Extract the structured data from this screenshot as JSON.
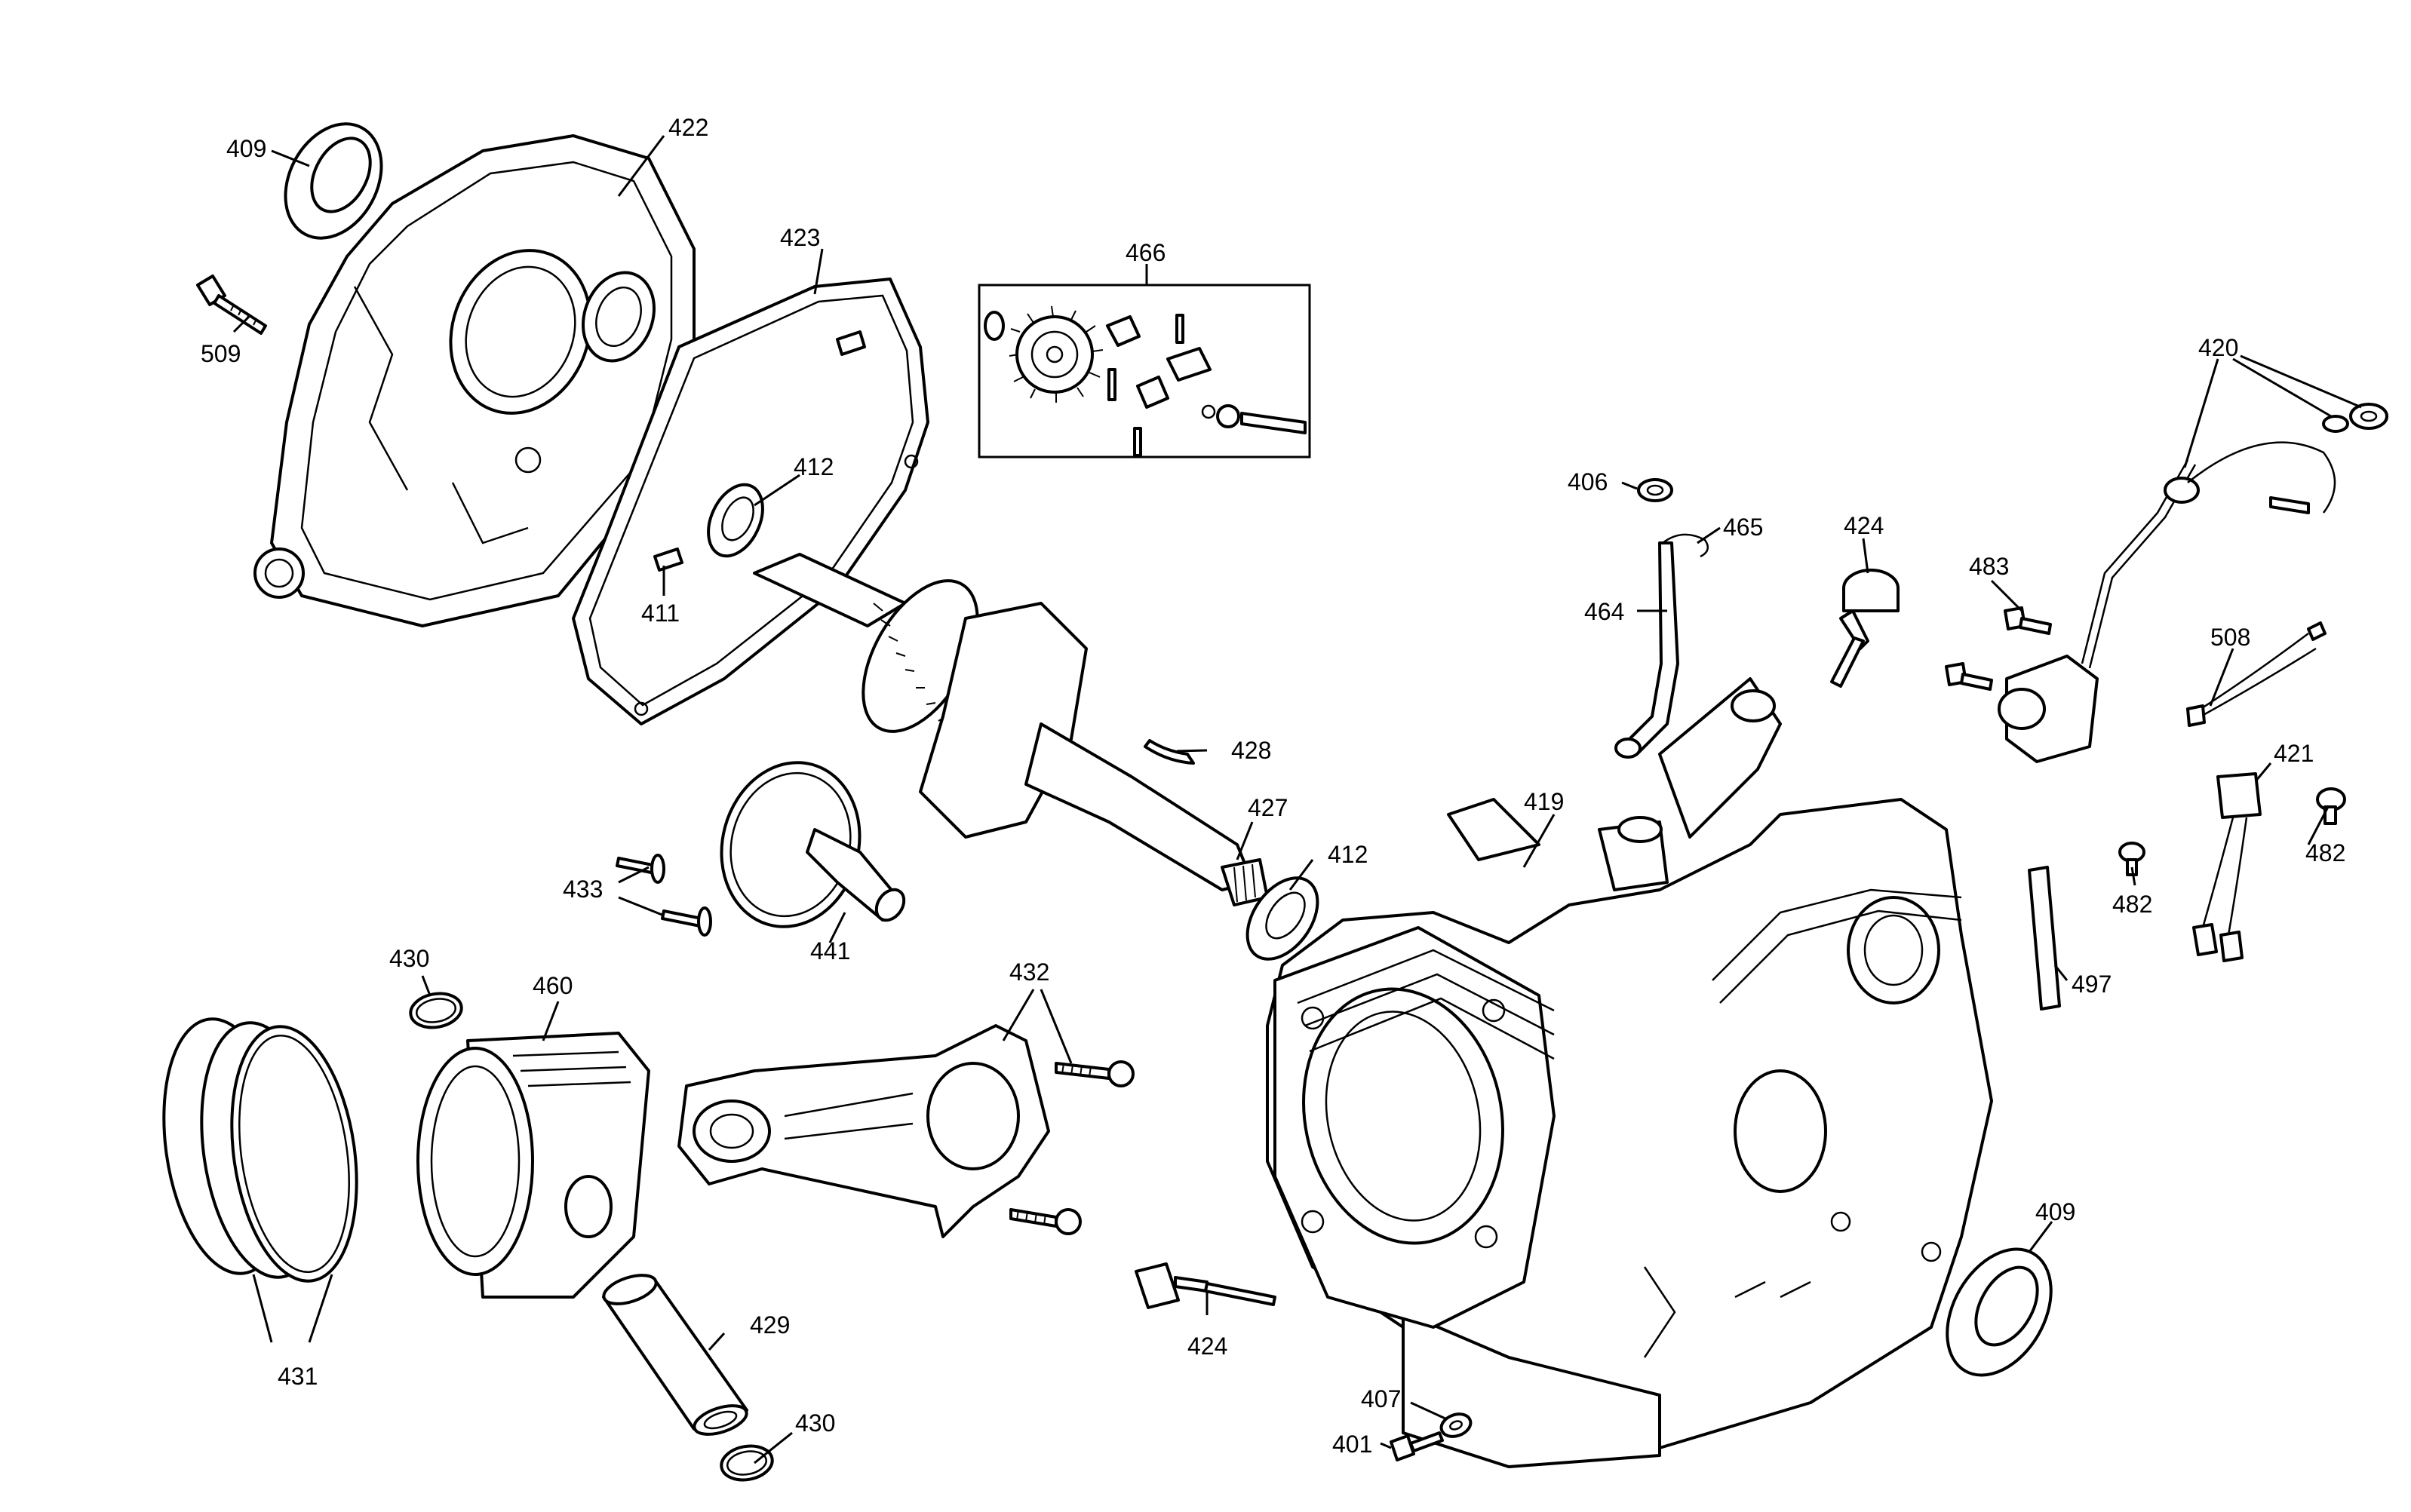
{
  "callouts": {
    "c409a": "409",
    "c422": "422",
    "c509": "509",
    "c423": "423",
    "c466": "466",
    "c412a": "412",
    "c411": "411",
    "c428": "428",
    "c427": "427",
    "c412b": "412",
    "c433": "433",
    "c441": "441",
    "c430a": "430",
    "c460": "460",
    "c432": "432",
    "c431": "431",
    "c429": "429",
    "c430b": "430",
    "c424a": "424",
    "c419": "419",
    "c406": "406",
    "c465": "465",
    "c464": "464",
    "c424b": "424",
    "c483": "483",
    "c420": "420",
    "c508": "508",
    "c421": "421",
    "c482a": "482",
    "c482b": "482",
    "c497": "497",
    "c409b": "409",
    "c407": "407",
    "c401": "401"
  }
}
